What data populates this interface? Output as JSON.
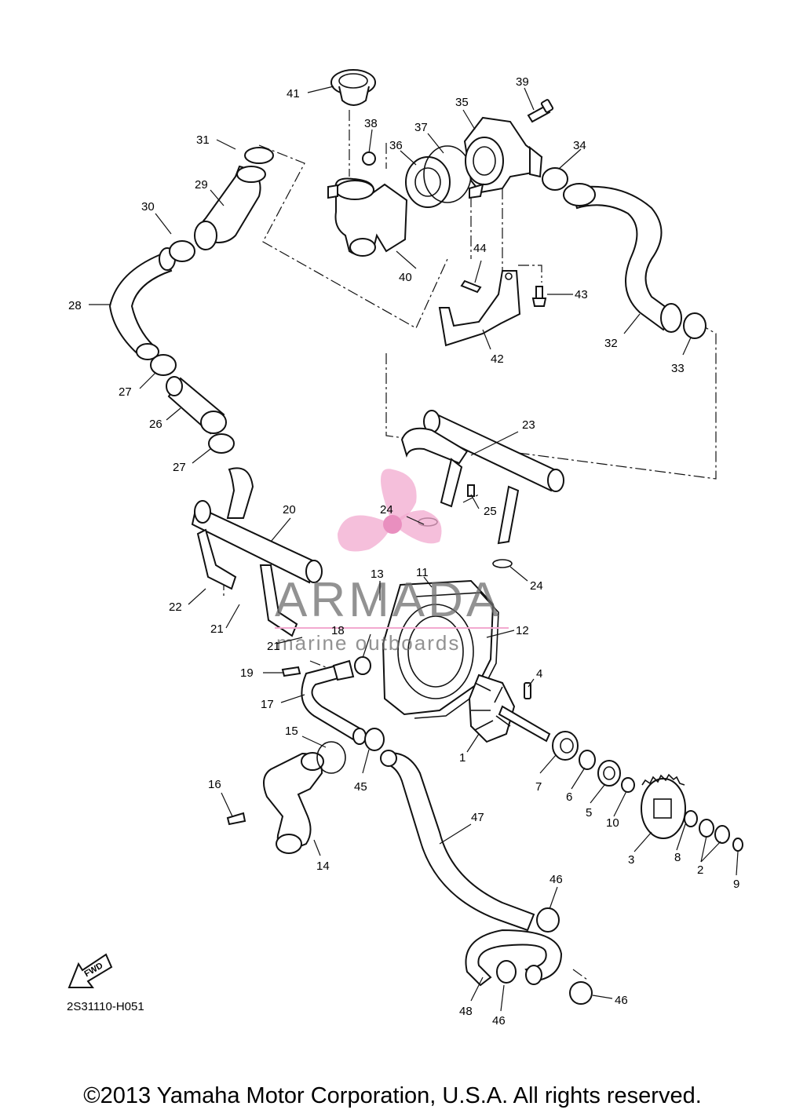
{
  "diagram": {
    "drawing_code": "2S31110-H051",
    "copyright": "©2013 Yamaha Motor Corporation, U.S.A. All rights reserved.",
    "fwd_label": "FWD",
    "watermark": {
      "brand": "ARMADA",
      "tagline": "marine outboards",
      "accent_color": "#f2a9cf"
    },
    "callouts": {
      "c1": "1",
      "c2": "2",
      "c3": "3",
      "c4": "4",
      "c5": "5",
      "c6": "6",
      "c7": "7",
      "c8": "8",
      "c9": "9",
      "c10": "10",
      "c11": "11",
      "c12": "12",
      "c13": "13",
      "c14": "14",
      "c15": "15",
      "c16": "16",
      "c17": "17",
      "c18": "18",
      "c19": "19",
      "c20": "20",
      "c21a": "21",
      "c21b": "21",
      "c22": "22",
      "c23": "23",
      "c24a": "24",
      "c24b": "24",
      "c25": "25",
      "c26": "26",
      "c27a": "27",
      "c27b": "27",
      "c28": "28",
      "c29": "29",
      "c30": "30",
      "c31": "31",
      "c32": "32",
      "c33": "33",
      "c34": "34",
      "c35": "35",
      "c36": "36",
      "c37": "37",
      "c38": "38",
      "c39": "39",
      "c40": "40",
      "c41": "41",
      "c42": "42",
      "c43": "43",
      "c44": "44",
      "c45": "45",
      "c46a": "46",
      "c46b": "46",
      "c46c": "46",
      "c47": "47",
      "c48": "48"
    }
  }
}
